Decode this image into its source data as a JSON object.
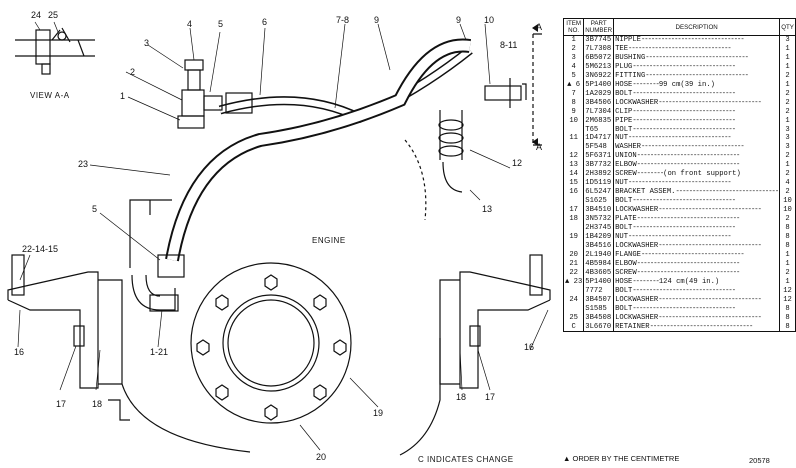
{
  "view_label": "VIEW A-A",
  "engine_label": "ENGINE",
  "section_marker": "A",
  "change_note": "C INDICATES CHANGE",
  "order_note": "▲ ORDER BY THE CENTIMETRE",
  "drawing_number": "20578",
  "callouts": {
    "c24": "24",
    "c25": "25",
    "c3": "3",
    "c4": "4",
    "c5a": "5",
    "c6": "6",
    "c78": "7-8",
    "c9a": "9",
    "c9b": "9",
    "c10": "10",
    "c811": "8-11",
    "c2": "2",
    "c1": "1",
    "c12": "12",
    "c13": "13",
    "c23": "23",
    "c22": "22-14-15",
    "c5b": "5",
    "c16a": "16",
    "c17a": "17",
    "c18a": "18",
    "c121": "1-21",
    "c19": "19",
    "c20": "20",
    "c18b": "18",
    "c17b": "17",
    "c16b": "16"
  },
  "table_headers": {
    "no": "ITEM NO.",
    "part": "PART NUMBER",
    "desc": "DESCRIPTION",
    "qty": "QTY"
  },
  "parts": [
    {
      "mark": "",
      "no": "1",
      "part": "3B7745",
      "desc": "NIPPLE",
      "qty": "3"
    },
    {
      "mark": "",
      "no": "2",
      "part": "7L7308",
      "desc": "TEE",
      "qty": "1"
    },
    {
      "mark": "",
      "no": "3",
      "part": "6B5072",
      "desc": "BUSHING",
      "qty": "1"
    },
    {
      "mark": "",
      "no": "4",
      "part": "5M6213",
      "desc": "PLUG",
      "qty": "1"
    },
    {
      "mark": "",
      "no": "5",
      "part": "3N6922",
      "desc": "FITTING",
      "qty": "2"
    },
    {
      "mark": "▲",
      "no": "6",
      "part": "5P1400",
      "desc": "HOSE",
      "spec": "99 cm(39 in.)",
      "qty": "1"
    },
    {
      "mark": "",
      "no": "7",
      "part": "1A2029",
      "desc": "BOLT",
      "qty": "2"
    },
    {
      "mark": "",
      "no": "8",
      "part": "3B4506",
      "desc": "LOCKWASHER",
      "qty": "2"
    },
    {
      "mark": "",
      "no": "9",
      "part": "7L7304",
      "desc": "CLIP",
      "qty": "2"
    },
    {
      "mark": "",
      "no": "10",
      "part": "2M6835",
      "desc": "PIPE",
      "qty": "1"
    },
    {
      "mark": "",
      "no": "",
      "part": "T65",
      "desc": "BOLT",
      "qty": "3"
    },
    {
      "mark": "",
      "no": "11",
      "part": "1D4717",
      "desc": "NUT",
      "qty": "3"
    },
    {
      "mark": "",
      "no": "",
      "part": "5F548",
      "desc": "WASHER",
      "qty": "3"
    },
    {
      "mark": "",
      "no": "12",
      "part": "5F6371",
      "desc": "UNION",
      "qty": "2"
    },
    {
      "mark": "",
      "no": "13",
      "part": "3B7732",
      "desc": "ELBOW",
      "qty": "1"
    },
    {
      "mark": "",
      "no": "14",
      "part": "2H3892",
      "desc": "SCREW",
      "spec": "(on front support)",
      "qty": "2"
    },
    {
      "mark": "",
      "no": "15",
      "part": "1D5119",
      "desc": "NUT",
      "qty": "4"
    },
    {
      "mark": "",
      "no": "16",
      "part": "6L5247",
      "desc": "BRACKET ASSEM.",
      "qty": "2"
    },
    {
      "mark": "",
      "no": "",
      "part": "S1625",
      "desc": "BOLT",
      "qty": "10"
    },
    {
      "mark": "",
      "no": "17",
      "part": "3B4510",
      "desc": "LOCKWASHER",
      "qty": "10"
    },
    {
      "mark": "",
      "no": "18",
      "part": "3N5732",
      "desc": "PLATE",
      "qty": "2"
    },
    {
      "mark": "",
      "no": "",
      "part": "2H3745",
      "desc": "BOLT",
      "qty": "8"
    },
    {
      "mark": "",
      "no": "19",
      "part": "1B4209",
      "desc": "NUT",
      "qty": "8"
    },
    {
      "mark": "",
      "no": "",
      "part": "3B4516",
      "desc": "LOCKWASHER",
      "qty": "8"
    },
    {
      "mark": "",
      "no": "20",
      "part": "2L1940",
      "desc": "FLANGE",
      "qty": "1"
    },
    {
      "mark": "",
      "no": "21",
      "part": "4B5984",
      "desc": "ELBOW",
      "qty": "1"
    },
    {
      "mark": "",
      "no": "22",
      "part": "4B3605",
      "desc": "SCREW",
      "qty": "2"
    },
    {
      "mark": "▲",
      "no": "23",
      "part": "5P1400",
      "desc": "HOSE",
      "spec": "124 cm(49 in.)",
      "qty": "1"
    },
    {
      "mark": "",
      "no": "",
      "part": "7772",
      "desc": "BOLT",
      "qty": "12"
    },
    {
      "mark": "",
      "no": "24",
      "part": "3B4507",
      "desc": "LOCKWASHER",
      "qty": "12"
    },
    {
      "mark": "",
      "no": "",
      "part": "S1585",
      "desc": "BOLT",
      "qty": "8"
    },
    {
      "mark": "",
      "no": "25",
      "part": "3B4508",
      "desc": "LOCKWASHER",
      "qty": "8"
    },
    {
      "mark": "C",
      "no": "",
      "part": "3L6670",
      "desc": "RETAINER",
      "qty": "8"
    }
  ]
}
